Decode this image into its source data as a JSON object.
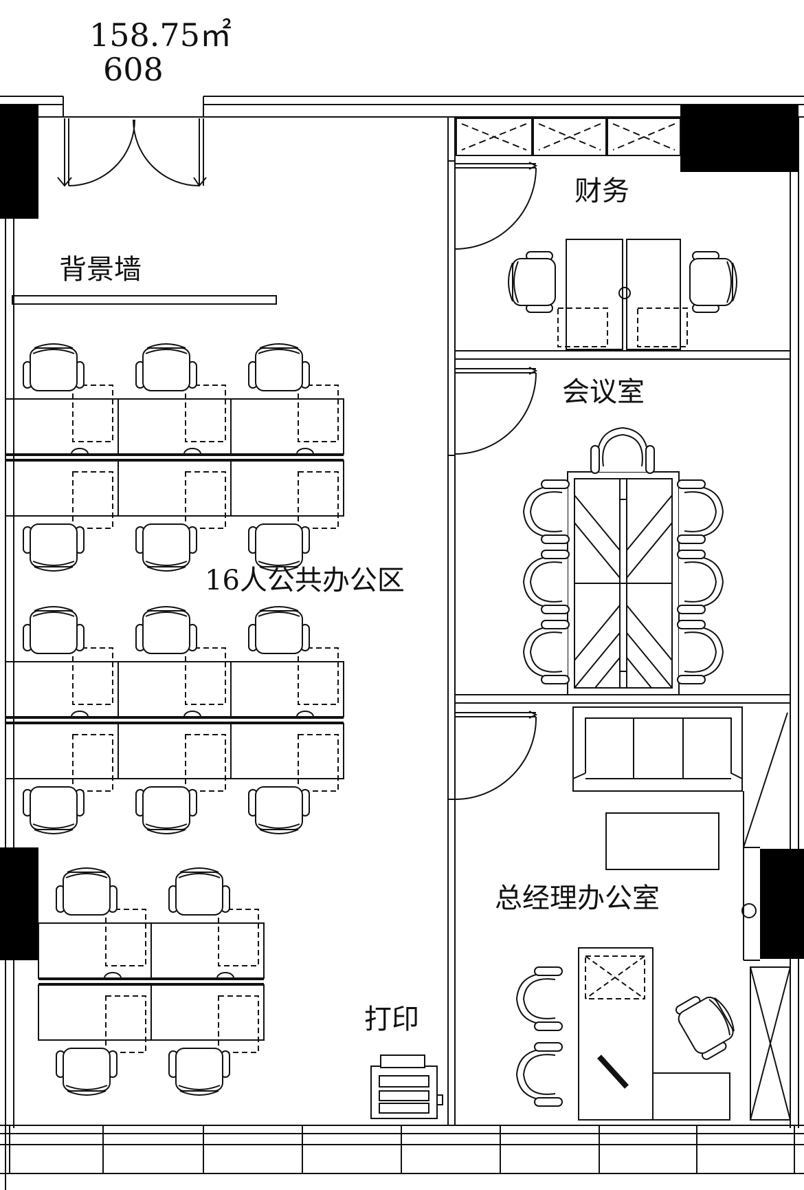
{
  "header": {
    "area": "158.75㎡",
    "unit_number": "608"
  },
  "rooms": {
    "background_wall": "背景墙",
    "open_office": "16人公共办公区",
    "finance": "财务",
    "meeting_room": "会议室",
    "gm_office": "总经理办公室",
    "print": "打印"
  },
  "counts": {
    "open_office_desks": 16,
    "finance_desks": 2,
    "meeting_chairs": 7
  },
  "colors": {
    "line": "#111111",
    "column_fill": "#000000",
    "background": "#ffffff"
  }
}
